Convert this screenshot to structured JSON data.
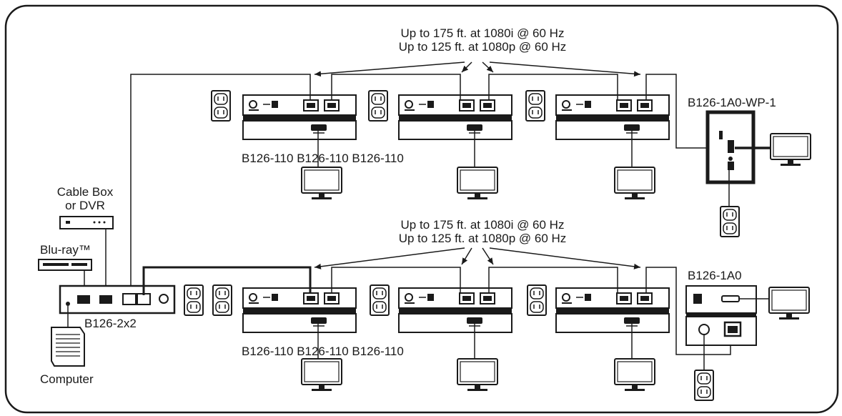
{
  "distance_top": {
    "line1": "Up to 175 ft. at 1080i @ 60 Hz",
    "line2": "Up to 125 ft. at 1080p @ 60 Hz"
  },
  "distance_bottom": {
    "line1": "Up to 175 ft. at 1080i @ 60 Hz",
    "line2": "Up to 125 ft. at 1080p @ 60 Hz"
  },
  "top_receivers_label": "B126-110 B126-110 B126-110",
  "bottom_receivers_label": "B126-110 B126-110 B126-110",
  "wallplate_receiver": "B126-1A0-WP-1",
  "box_receiver": "B126-1A0",
  "cable_box_line1": "Cable Box",
  "cable_box_line2": "or DVR",
  "bluray": "Blu-ray™",
  "splitter": "B126-2x2",
  "computer": "Computer"
}
